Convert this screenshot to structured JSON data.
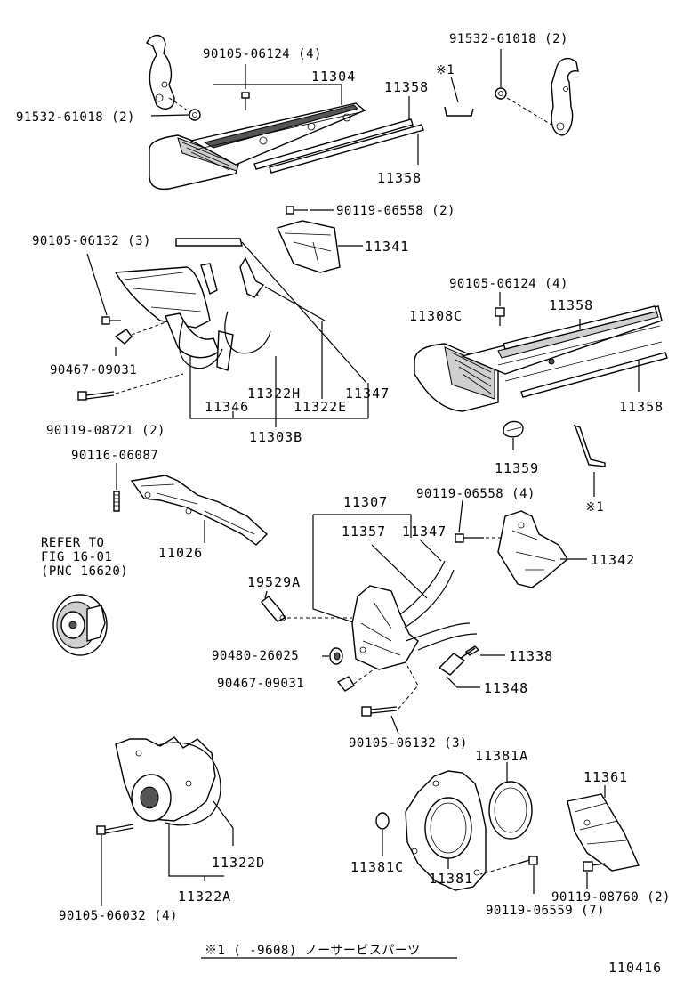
{
  "labels": {
    "l_90105_06124_top": "90105-06124 (4)",
    "l_11304": "11304",
    "l_11358_a": "11358",
    "l_ref1_top": "※1",
    "l_91532_right": "91532-61018 (2)",
    "l_91532_left": "91532-61018 (2)",
    "l_11358_b": "11358",
    "l_90119_06558_top": "90119-06558 (2)",
    "l_11341": "11341",
    "l_90105_06132_left": "90105-06132 (3)",
    "l_90105_06124_mid": "90105-06124 (4)",
    "l_11308c": "11308C",
    "l_11358_c": "11358",
    "l_90467_09031_a": "90467-09031",
    "l_11322h": "11322H",
    "l_11347_a": "11347",
    "l_11346": "11346",
    "l_11322e": "11322E",
    "l_11358_d": "11358",
    "l_90119_08721": "90119-08721 (2)",
    "l_11303b": "11303B",
    "l_90116_06087": "90116-06087",
    "l_11359": "11359",
    "l_11307": "11307",
    "l_90119_06558_mid": "90119-06558 (4)",
    "l_ref1_mid": "※1",
    "l_11357": "11357",
    "l_11347_b": "11347",
    "l_11342": "11342",
    "l_refer_1": "REFER TO",
    "l_refer_2": "FIG 16-01",
    "l_refer_3": "(PNC 16620)",
    "l_11026": "11026",
    "l_19529a": "19529A",
    "l_90480_26025": "90480-26025",
    "l_11338": "11338",
    "l_90467_09031_b": "90467-09031",
    "l_11348": "11348",
    "l_90105_06132_bot": "90105-06132 (3)",
    "l_11381a": "11381A",
    "l_11361": "11361",
    "l_11322d": "11322D",
    "l_11381c": "11381C",
    "l_11322a": "11322A",
    "l_11381": "11381",
    "l_90119_08760": "90119-08760 (2)",
    "l_90105_06032": "90105-06032 (4)",
    "l_90119_06559": "90119-06559 (7)",
    "footnote": "※1 (     -9608) ノーサービスパーツ",
    "figure_number": "110416"
  }
}
